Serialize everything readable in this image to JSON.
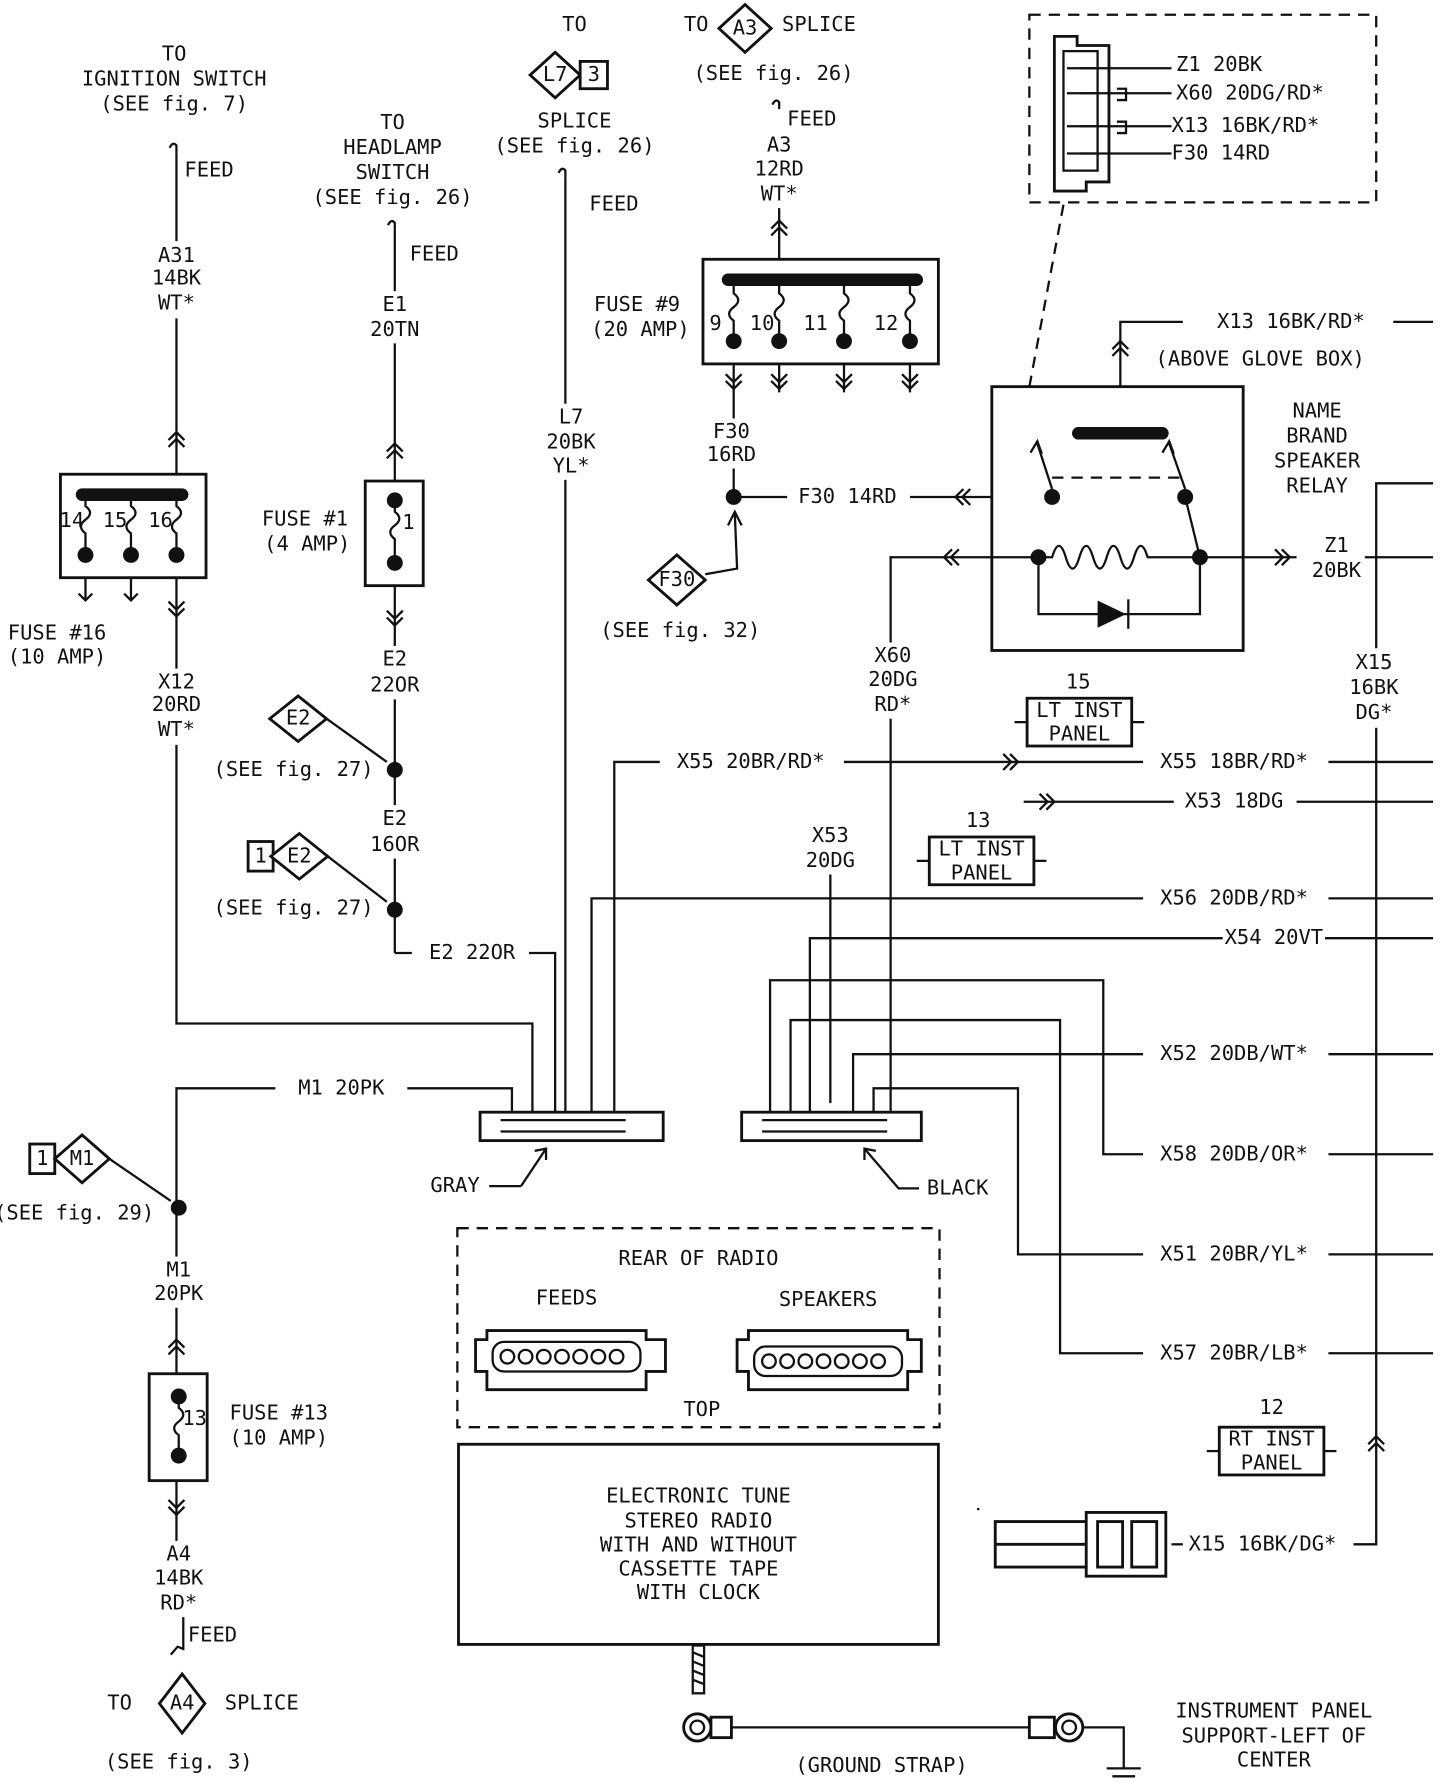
{
  "ignition": {
    "to": "TO",
    "name": "IGNITION SWITCH",
    "see": "(SEE fig. 7)",
    "feed": "FEED",
    "wire": [
      "A31",
      "14BK",
      "WT*"
    ]
  },
  "fuse16": {
    "pins": [
      "14",
      "15",
      "16"
    ],
    "label": "FUSE #16",
    "amp": "(10 AMP)",
    "out_wire": [
      "X12",
      "20RD",
      "WT*"
    ]
  },
  "headlamp": {
    "to": "TO",
    "name1": "HEADLAMP",
    "name2": "SWITCH",
    "see": "(SEE fig. 26)",
    "feed": "FEED",
    "wire": [
      "E1",
      "20TN"
    ]
  },
  "fuse1": {
    "pin": "1",
    "label": "FUSE #1",
    "amp": "(4 AMP)",
    "out_wire": [
      "E2",
      "22OR"
    ]
  },
  "e2": {
    "diamond": "E2",
    "see1": "(SEE fig. 27)",
    "box": "1",
    "see2": "(SEE fig. 27)",
    "wire2": [
      "E2",
      "16OR"
    ],
    "bottom": "E2 22OR"
  },
  "l7": {
    "to": "TO",
    "diamond": "L7",
    "box": "3",
    "splice": "SPLICE",
    "see": "(SEE fig. 26)",
    "feed": "FEED",
    "wire": [
      "L7",
      "20BK",
      "YL*"
    ]
  },
  "a3": {
    "to": "TO",
    "diamond": "A3",
    "splice": "SPLICE",
    "see": "(SEE fig. 26)",
    "feed": "FEED",
    "wire": [
      "A3",
      "12RD",
      "WT*"
    ]
  },
  "fuse9": {
    "label": "FUSE #9",
    "amp": "(20 AMP)",
    "pins": [
      "9",
      "10",
      "11",
      "12"
    ],
    "out_wire": [
      "F30",
      "16RD"
    ]
  },
  "f30": {
    "wire": "F30 14RD",
    "diamond": "F30",
    "see": "(SEE fig. 32)"
  },
  "inset": {
    "wires": [
      "Z1 20BK",
      "X60 20DG/RD*",
      "X13 16BK/RD*",
      "F30 14RD"
    ]
  },
  "relay": {
    "x13": "X13 16BK/RD*",
    "location": "(ABOVE GLOVE BOX)",
    "name": [
      "NAME",
      "BRAND",
      "SPEAKER",
      "RELAY"
    ],
    "z1": [
      "Z1",
      "20BK"
    ],
    "x60": [
      "X60",
      "20DG",
      "RD*"
    ]
  },
  "x15": {
    "wire": [
      "X15",
      "16BK",
      "DG*"
    ],
    "bottom": "X15 16BK/DG*"
  },
  "connectors": {
    "c15": {
      "num": "15",
      "l1": "LT INST",
      "l2": "PANEL"
    },
    "c13": {
      "num": "13",
      "l1": "LT INST",
      "l2": "PANEL"
    },
    "c12": {
      "num": "12",
      "l1": "RT INST",
      "l2": "PANEL"
    }
  },
  "wires": {
    "x55_left": "X55 20BR/RD*",
    "x55_right": "X55 18BR/RD*",
    "x53_right": "X53 18DG",
    "x53_left": [
      "X53",
      "20DG"
    ],
    "x56": "X56 20DB/RD*",
    "x54": "X54 20VT",
    "x52": "X52 20DB/WT*",
    "x58": "X58 20DB/OR*",
    "x51": "X51 20BR/YL*",
    "x57": "X57 20BR/LB*",
    "m1": "M1 20PK"
  },
  "plugs": {
    "gray": "GRAY",
    "black": "BLACK"
  },
  "m1": {
    "diamond": "M1",
    "box": "1",
    "see": "(SEE fig. 29)",
    "wire": [
      "M1",
      "20PK"
    ]
  },
  "fuse13": {
    "pin": "13",
    "label": "FUSE #13",
    "amp": "(10 AMP)",
    "out_wire": [
      "A4",
      "14BK",
      "RD*"
    ],
    "feed": "FEED"
  },
  "a4": {
    "to": "TO",
    "diamond": "A4",
    "splice": "SPLICE",
    "see": "(SEE fig. 3)"
  },
  "rear": {
    "title": "REAR OF RADIO",
    "feeds": "FEEDS",
    "speakers": "SPEAKERS",
    "top": "TOP"
  },
  "radio": {
    "lines": [
      "ELECTRONIC TUNE",
      "STEREO RADIO",
      "WITH AND WITHOUT",
      "CASSETTE TAPE",
      "WITH CLOCK"
    ]
  },
  "ground": {
    "strap": "(GROUND STRAP)",
    "location": [
      "INSTRUMENT PANEL",
      "SUPPORT-LEFT OF",
      "CENTER"
    ]
  }
}
